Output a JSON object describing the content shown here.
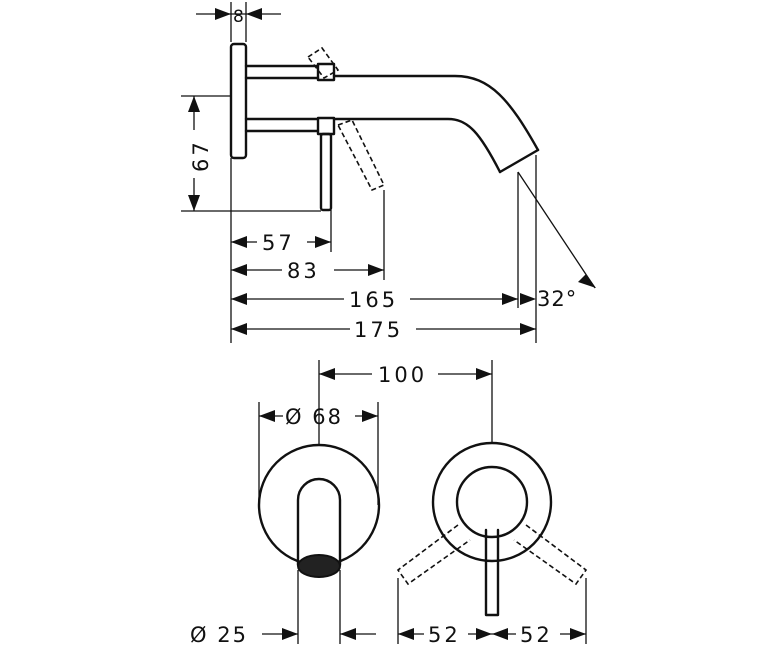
{
  "dimensions": {
    "flange_thickness": "8",
    "height": "67",
    "lever_offset": "57",
    "lever_reach": "83",
    "spout_length": "165",
    "total_projection": "175",
    "angle": "32°",
    "center_distance": "100",
    "rosette_diameter": "Ø 68",
    "spout_diameter": "Ø 25",
    "lever_swing_left": "52",
    "lever_swing_right": "52"
  }
}
